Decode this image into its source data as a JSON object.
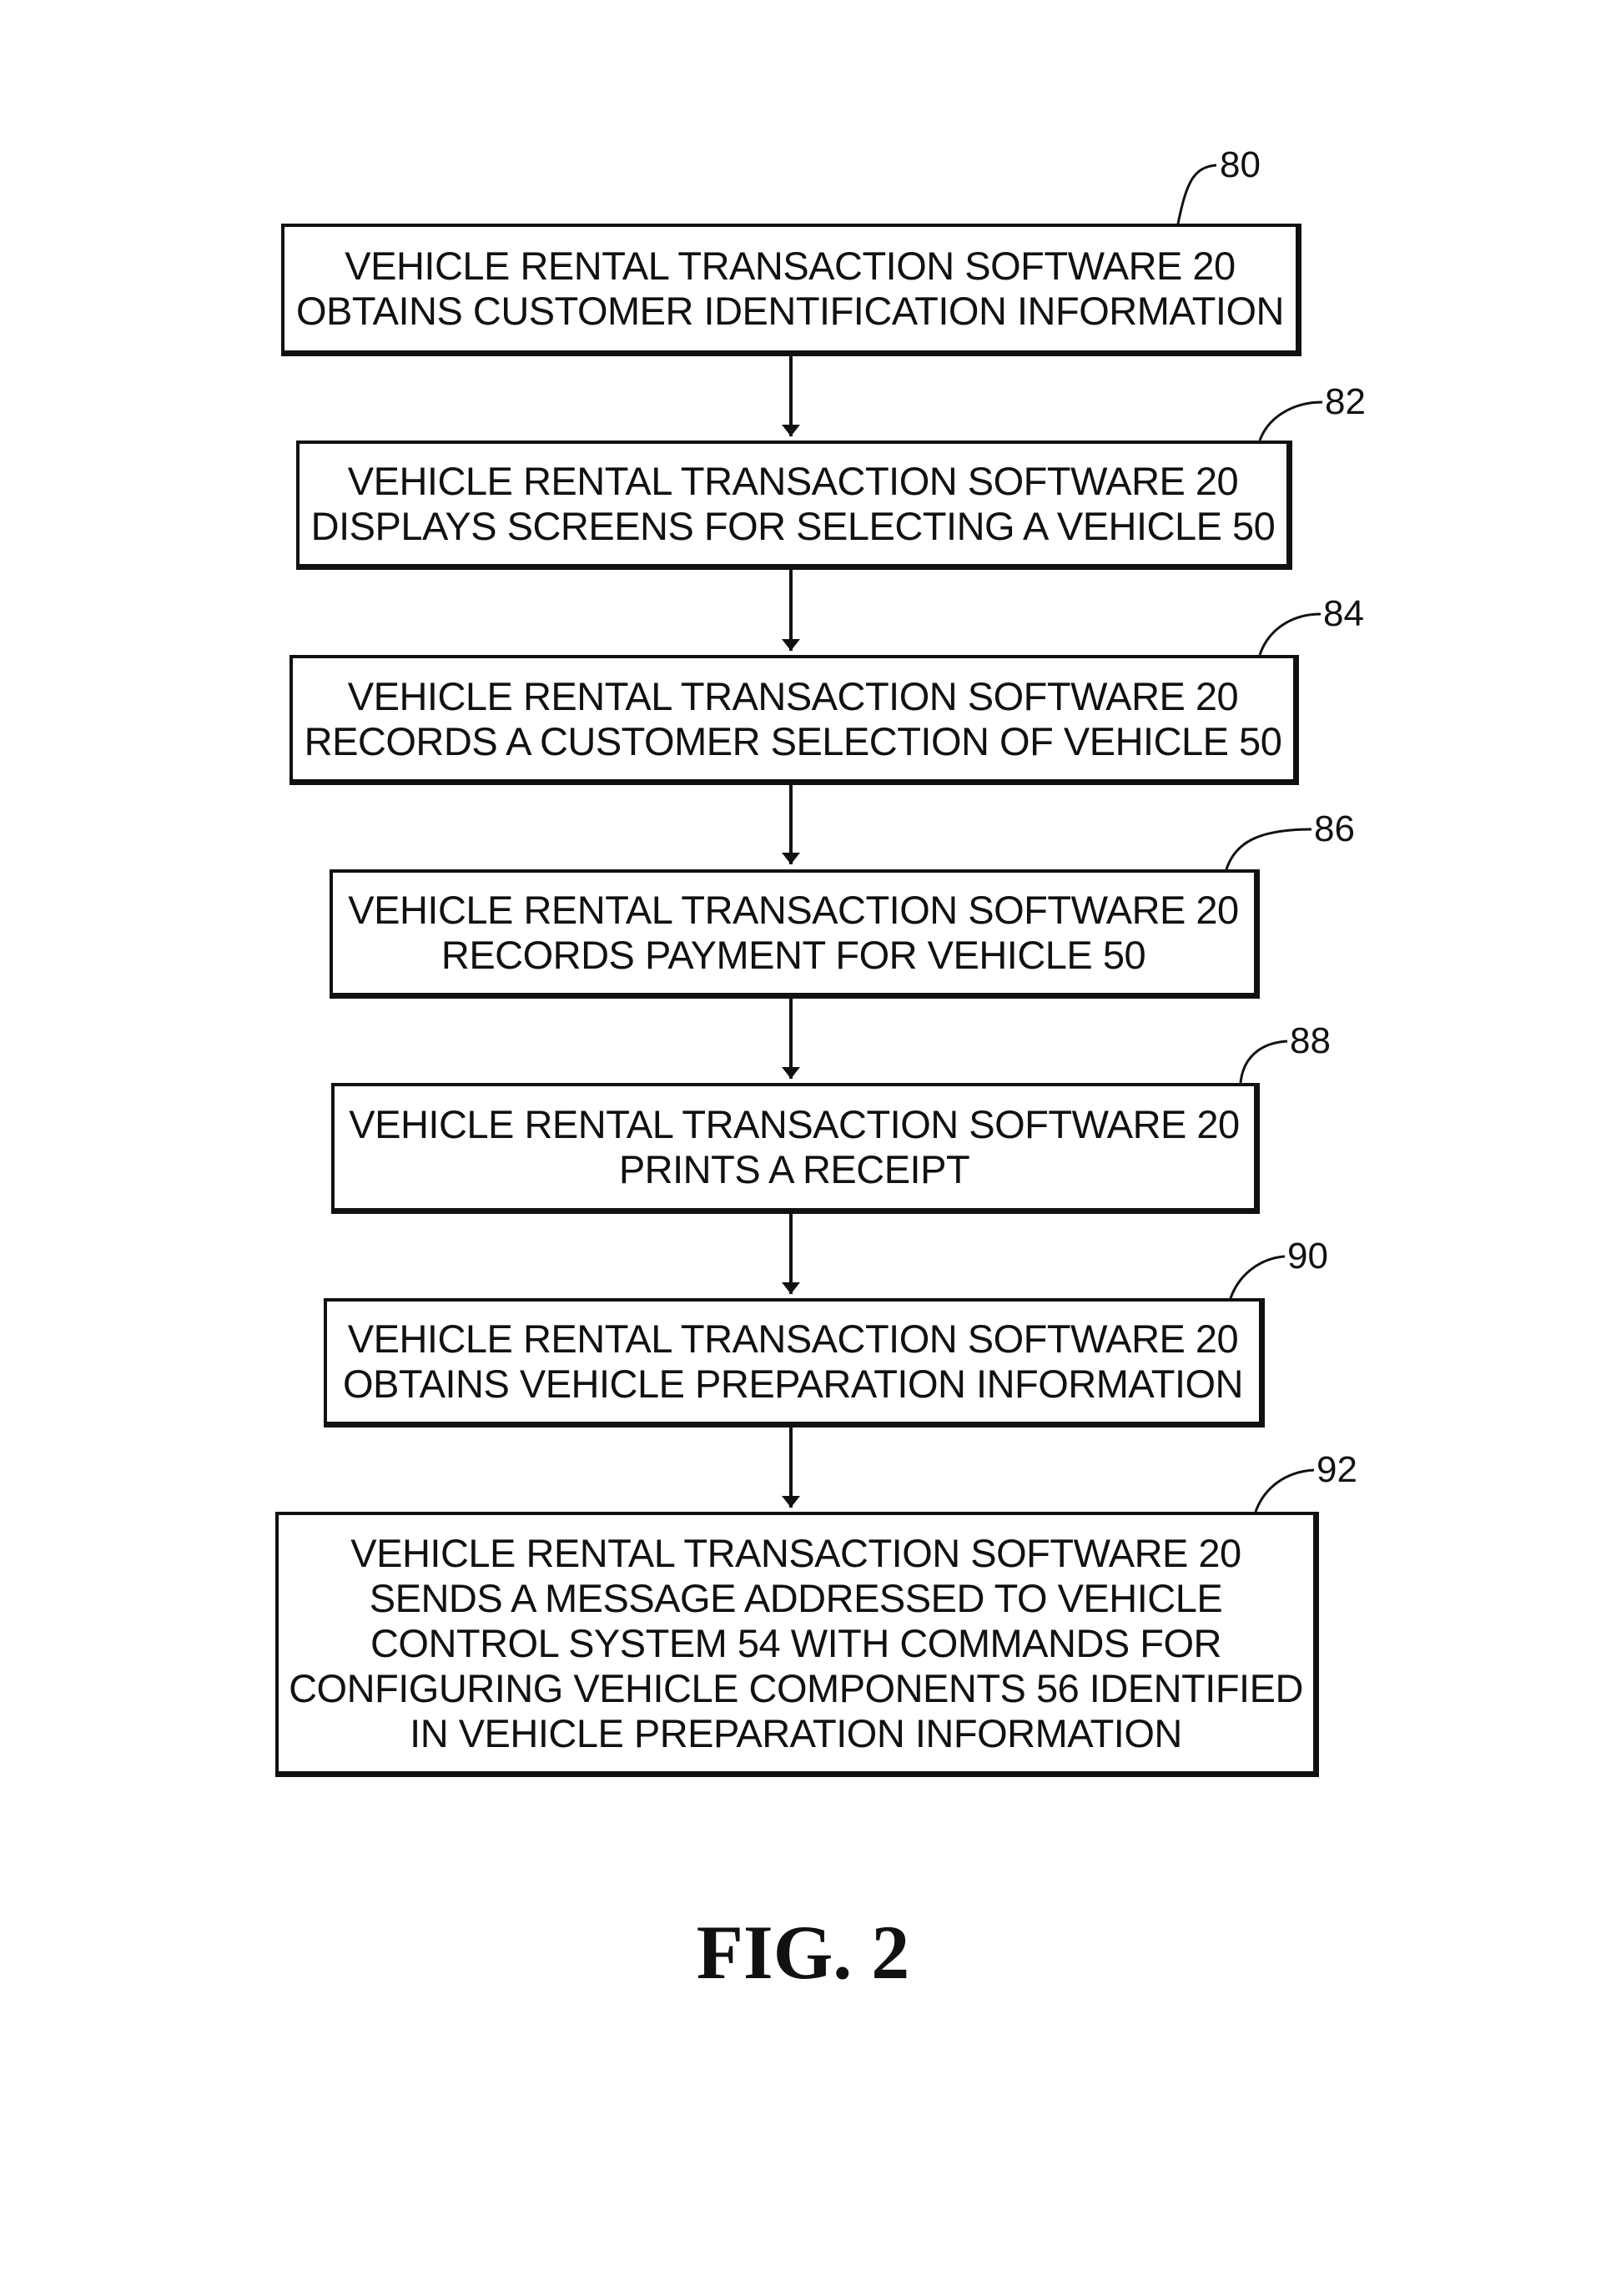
{
  "figure": {
    "caption": "FIG. 2"
  },
  "steps": [
    {
      "ref": "80",
      "lines": [
        "VEHICLE RENTAL TRANSACTION SOFTWARE 20",
        "OBTAINS CUSTOMER IDENTIFICATION INFORMATION"
      ]
    },
    {
      "ref": "82",
      "lines": [
        "VEHICLE RENTAL TRANSACTION SOFTWARE 20",
        "DISPLAYS SCREENS FOR SELECTING A VEHICLE 50"
      ]
    },
    {
      "ref": "84",
      "lines": [
        "VEHICLE RENTAL TRANSACTION SOFTWARE 20",
        "RECORDS A CUSTOMER SELECTION OF VEHICLE 50"
      ]
    },
    {
      "ref": "86",
      "lines": [
        "VEHICLE RENTAL TRANSACTION SOFTWARE 20",
        "RECORDS PAYMENT FOR VEHICLE 50"
      ]
    },
    {
      "ref": "88",
      "lines": [
        "VEHICLE RENTAL TRANSACTION SOFTWARE 20",
        "PRINTS A RECEIPT"
      ]
    },
    {
      "ref": "90",
      "lines": [
        "VEHICLE RENTAL TRANSACTION SOFTWARE 20",
        "OBTAINS VEHICLE PREPARATION INFORMATION"
      ]
    },
    {
      "ref": "92",
      "lines": [
        "VEHICLE RENTAL TRANSACTION SOFTWARE 20",
        "SENDS A MESSAGE ADDRESSED TO VEHICLE",
        "CONTROL SYSTEM 54 WITH COMMANDS FOR",
        "CONFIGURING VEHICLE COMPONENTS 56 IDENTIFIED",
        "IN VEHICLE PREPARATION INFORMATION"
      ]
    }
  ]
}
